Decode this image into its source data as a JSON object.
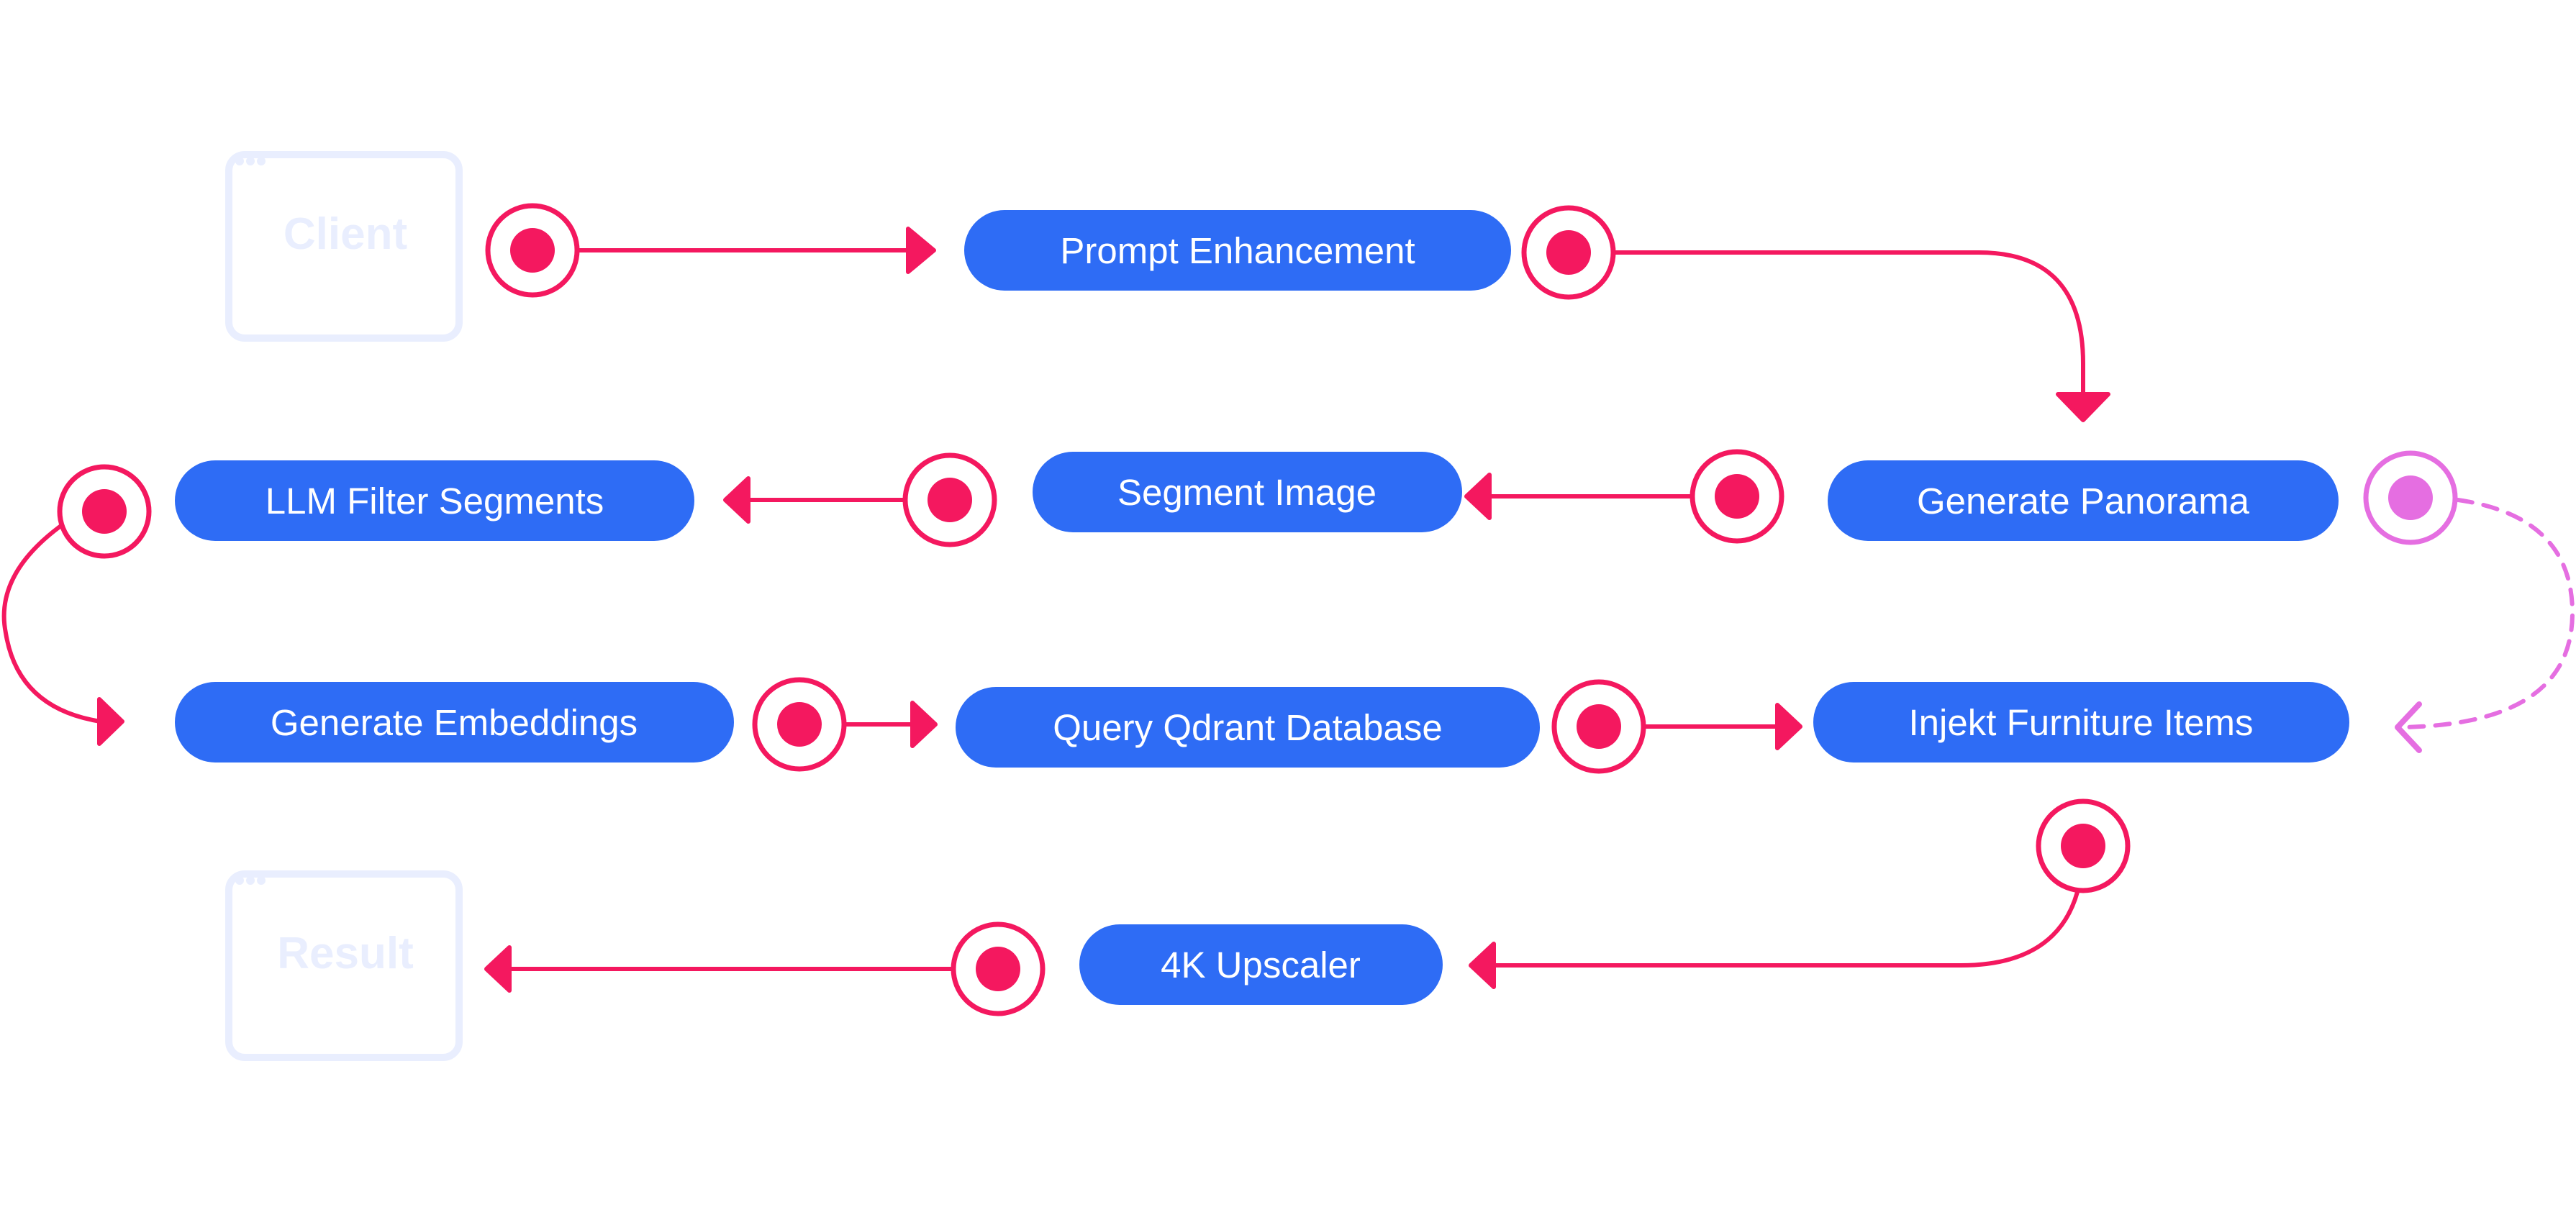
{
  "colors": {
    "node_fill": "#2e6cf5",
    "node_text": "#ffffff",
    "connector": "#f4185f",
    "connector_optional": "#e56ee1",
    "window_stroke": "#e9eefe",
    "window_text": "#e9eefe"
  },
  "windows": {
    "client": {
      "label": "Client"
    },
    "result": {
      "label": "Result"
    }
  },
  "nodes": {
    "prompt_enhancement": "Prompt Enhancement",
    "generate_panorama": "Generate Panorama",
    "segment_image": "Segment Image",
    "llm_filter_segments": "LLM Filter Segments",
    "generate_embeddings": "Generate Embeddings",
    "query_qdrant_database": "Query Qdrant Database",
    "injekt_furniture_items": "Injekt Furniture Items",
    "upscaler_4k": "4K Upscaler"
  },
  "connector_icons": [
    "target-icon",
    "arrowhead-icon"
  ],
  "optional_path_style": "dashed"
}
